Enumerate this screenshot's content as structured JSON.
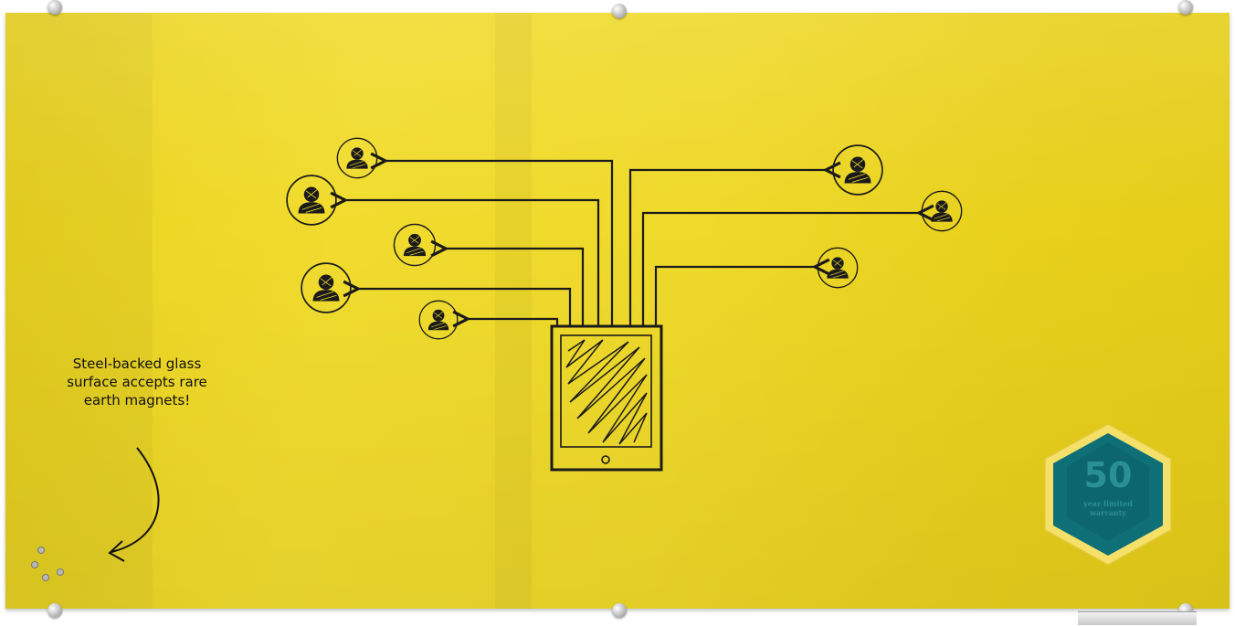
{
  "annotation": {
    "lines": [
      "Steel-backed glass",
      "surface accepts rare",
      "earth magnets!"
    ]
  },
  "badge": {
    "number": "50",
    "line1": "year limited",
    "line2": "warranty"
  },
  "colors": {
    "board": "#efd92a",
    "ink": "#1a1a1a",
    "badge_outer": "#f5e06a",
    "badge_inner": "#0e6f77",
    "badge_text": "#2a8f96"
  },
  "diagram": {
    "center_device": "tablet",
    "user_icon": "person-icon",
    "user_count_left": 5,
    "user_count_right": 3
  }
}
